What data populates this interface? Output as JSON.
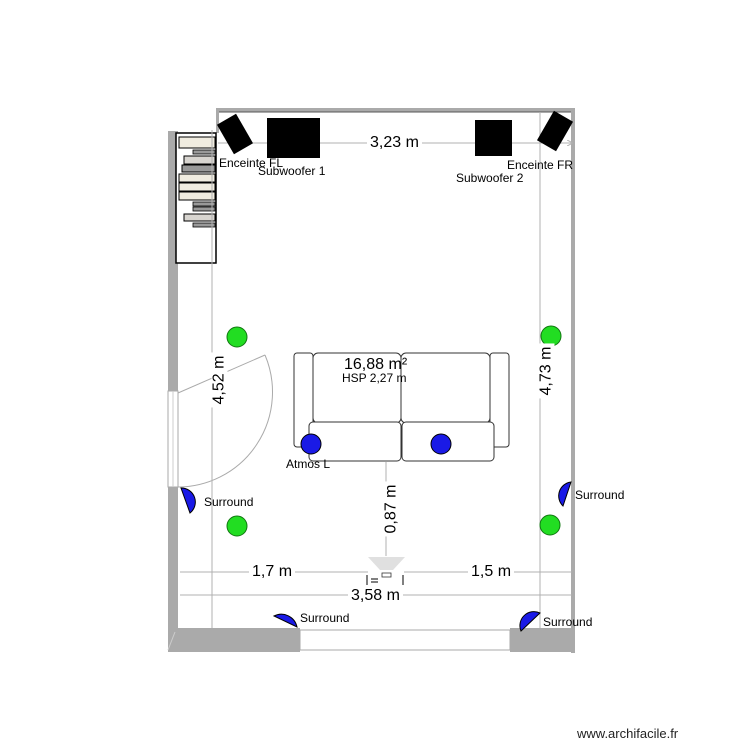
{
  "plan": {
    "room": {
      "area": "16,88 m²",
      "ceiling_height": "HSP 2,27 m"
    },
    "dimensions": {
      "top_width": "3,23 m",
      "left_height": "4,52 m",
      "right_height": "4,73 m",
      "sofa_to_screen": "0,87 m",
      "left_to_screen": "1,7 m",
      "screen_to_right": "1,5 m",
      "bottom_width": "3,58 m"
    },
    "equipment": {
      "front_left": "Enceinte FL",
      "front_right": "Enceinte FR",
      "subwoofer_1": "Subwoofer 1",
      "subwoofer_2": "Subwoofer 2",
      "atmos_left": "Atmos L",
      "surround_left": "Surround",
      "surround_right": "Surround",
      "surround_back_left": "Surround",
      "surround_back_right": "Surround"
    },
    "colors": {
      "wall": "#aaaaaa",
      "dimension_line": "#b0b0b0",
      "speaker_blue": "#1a1ae6",
      "light_green": "#22dd22",
      "furniture_fill": "#f0ece0",
      "black": "#000000"
    }
  },
  "footer": {
    "watermark": "www.archifacile.fr"
  }
}
